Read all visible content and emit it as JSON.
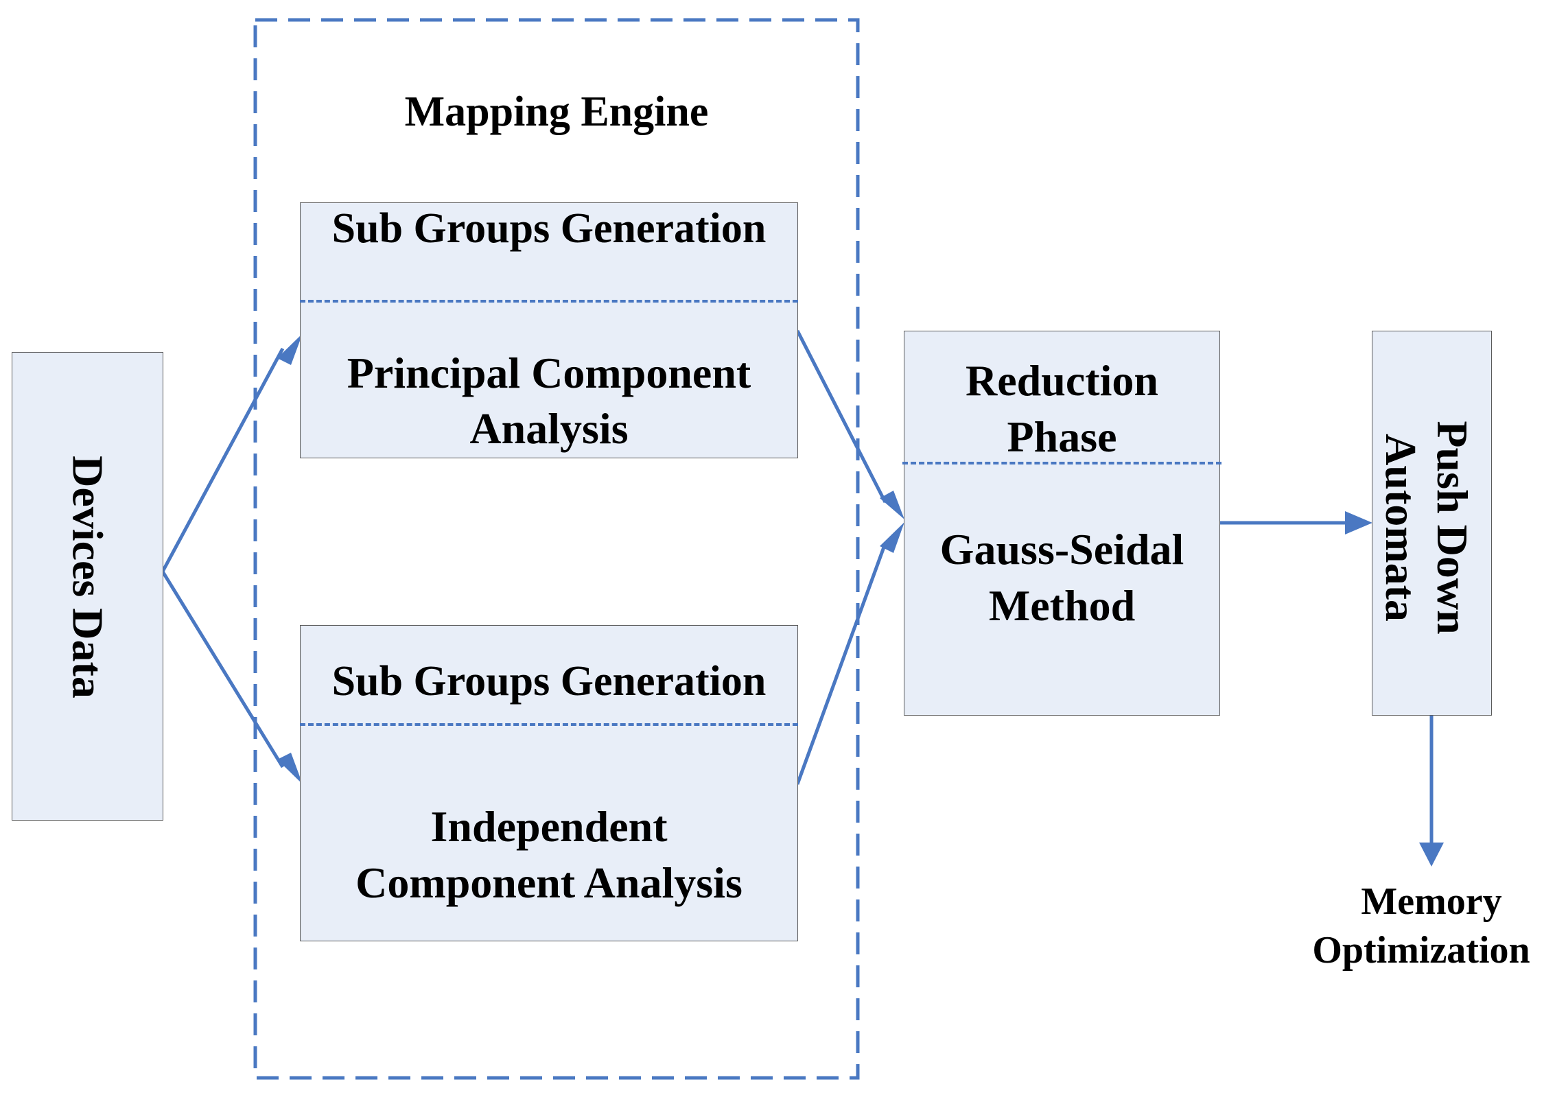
{
  "diagram": {
    "accent": "#4a78c2",
    "box_fill": "#e8eef8",
    "devices": {
      "label": "Devices Data"
    },
    "engine": {
      "title": "Mapping Engine"
    },
    "pca": {
      "header": "Sub Groups Generation",
      "line1": "Principal Component",
      "line2": "Analysis"
    },
    "ica": {
      "header": "Sub Groups Generation",
      "line1": "Independent",
      "line2": "Component Analysis"
    },
    "reduction": {
      "line1": "Reduction",
      "line2": "Phase",
      "method1": "Gauss-Seidal",
      "method2": "Method"
    },
    "pda": {
      "line1": "Push Down",
      "line2": "Automata"
    },
    "memory": {
      "line1": "Memory",
      "line2": "Optimization"
    }
  }
}
